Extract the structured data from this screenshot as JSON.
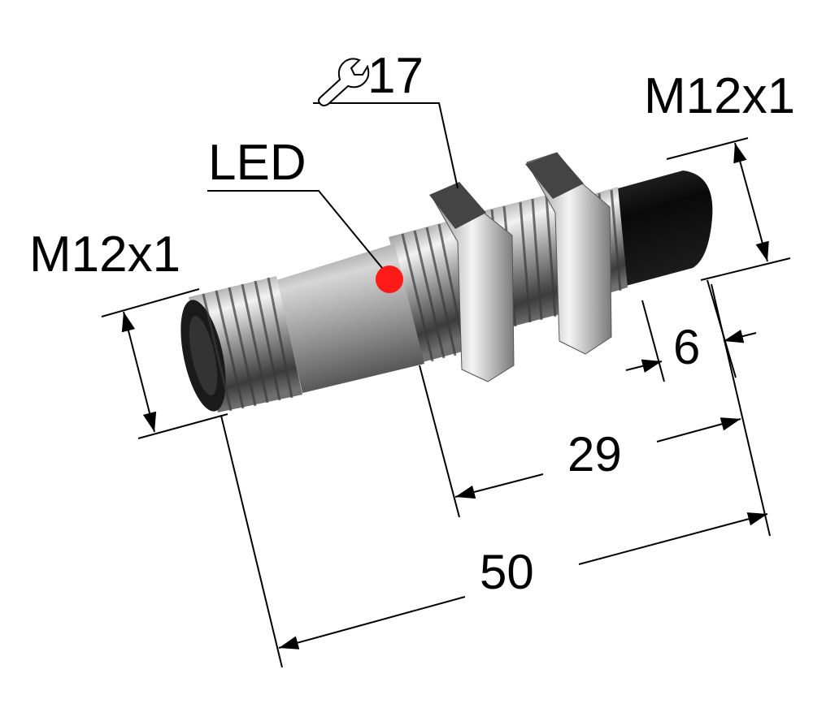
{
  "labels": {
    "left_thread": "M12x1",
    "right_thread": "M12x1",
    "led": "LED",
    "wrench_size": "17",
    "dim_6": "6",
    "dim_29": "29",
    "dim_50": "50"
  },
  "icons": {
    "wrench": "wrench-icon"
  },
  "colors": {
    "led": "#ff1a1a",
    "line": "#000000",
    "metal_dark": "#5a5a5a",
    "metal_light": "#e8e8e8",
    "cap": "#141414"
  }
}
